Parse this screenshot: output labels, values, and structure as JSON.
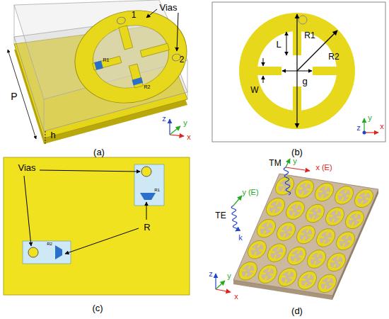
{
  "diagram": {
    "labels": [
      "Vias",
      "1",
      "2",
      "R1",
      "R2",
      "P",
      "h",
      "y",
      "z",
      "x",
      "(a)",
      "R1",
      "R2",
      "L",
      "W",
      "g",
      "y",
      "z",
      "x",
      "(b)",
      "Vias",
      "R1",
      "R2",
      "R",
      "(c)",
      "TM",
      "y",
      "x (E)",
      "TE",
      "y (E)",
      "k",
      "y",
      "z",
      "x",
      "(d)"
    ]
  }
}
